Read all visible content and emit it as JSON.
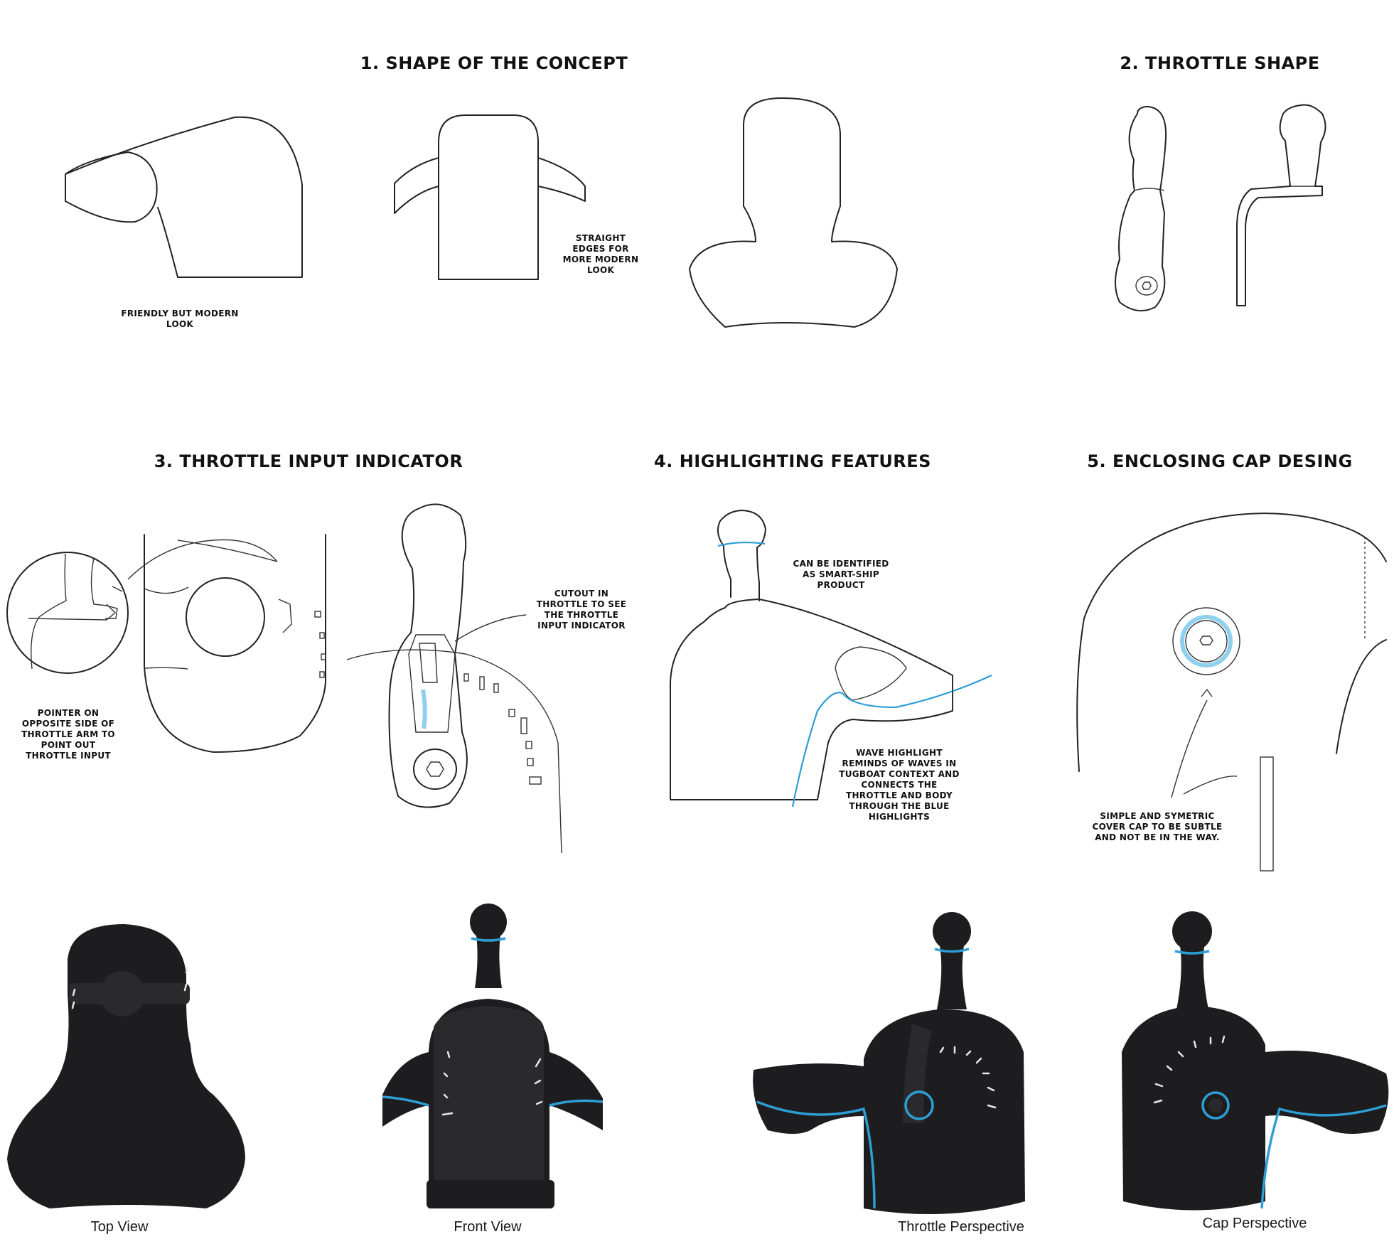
{
  "headings": {
    "shape_of_concept": "1. SHAPE OF THE CONCEPT",
    "throttle_shape": "2. THROTTLE SHAPE",
    "throttle_input_indicator": "3. THROTTLE INPUT INDICATOR",
    "highlighting_features": "4. HIGHLIGHTING FEATURES",
    "enclosing_cap": "5. ENCLOSING CAP DESING"
  },
  "notes": {
    "friendly": "FRIENDLY BUT MODERN\nLOOK",
    "straight_edges": "STRAIGHT\nEDGES FOR\nMORE MODERN\nLOOK",
    "pointer": "POINTER ON\nOPPOSITE SIDE OF\nTHROTTLE ARM TO\nPOINT OUT\nTHROTTLE INPUT",
    "cutout": "CUTOUT IN\nTHROTTLE TO SEE\nTHE THROTTLE\nINPUT INDICATOR",
    "identified": "CAN BE IDENTIFIED\nAS SMART-SHIP\nPRODUCT",
    "wave": "WAVE HIGHLIGHT\nREMINDS OF WAVES IN\nTUGBOAT CONTEXT AND\nCONNECTS THE\nTHROTTLE AND BODY\nTHROUGH THE BLUE\nHIGHLIGHTS",
    "cover_cap": "SIMPLE AND SYMETRIC\nCOVER CAP TO BE SUBTLE\nAND NOT BE IN THE WAY."
  },
  "captions": {
    "top_view": "Top View",
    "front_view": "Front View",
    "throttle_perspective": "Throttle Perspective",
    "cap_perspective": "Cap Perspective"
  },
  "colors": {
    "accent_blue": "#2d9ed6",
    "render_body": "#1d1d1f",
    "sketch_line": "#222222"
  }
}
